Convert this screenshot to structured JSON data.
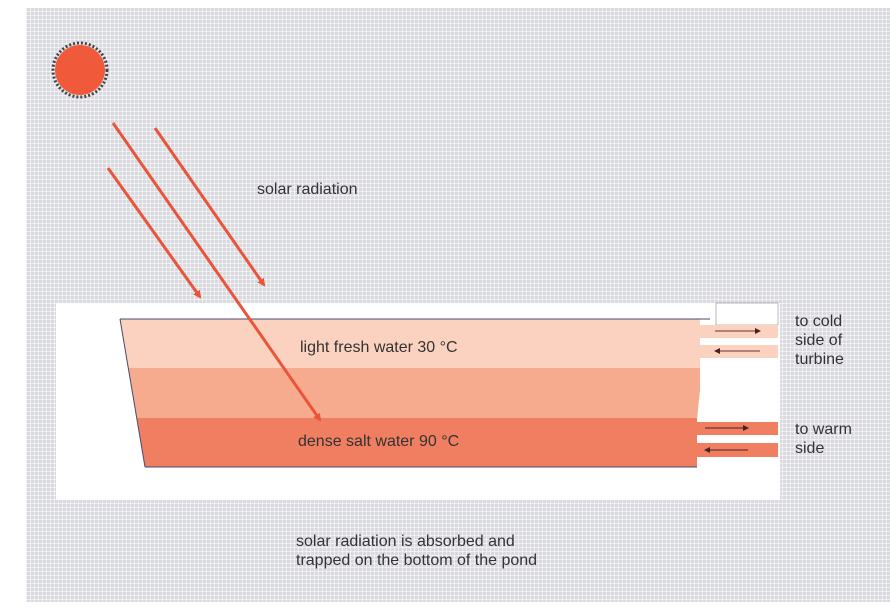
{
  "labels": {
    "solar_radiation": "solar radiation",
    "top_layer": "light fresh water 30 °C",
    "bottom_layer": "dense salt water 90 °C",
    "cold_side": [
      "to cold",
      "side of",
      "turbine"
    ],
    "warm_side": [
      "to warm",
      "side"
    ],
    "caption": [
      "solar radiation is absorbed and",
      "trapped on the bottom of the pond"
    ]
  },
  "colors": {
    "sun": "#f05a3a",
    "ray": "#e8553a",
    "layer_top": "#fbd2bf",
    "layer_mid": "#f6ab8f",
    "layer_bottom": "#f07f62",
    "ground": "#ffffff"
  }
}
